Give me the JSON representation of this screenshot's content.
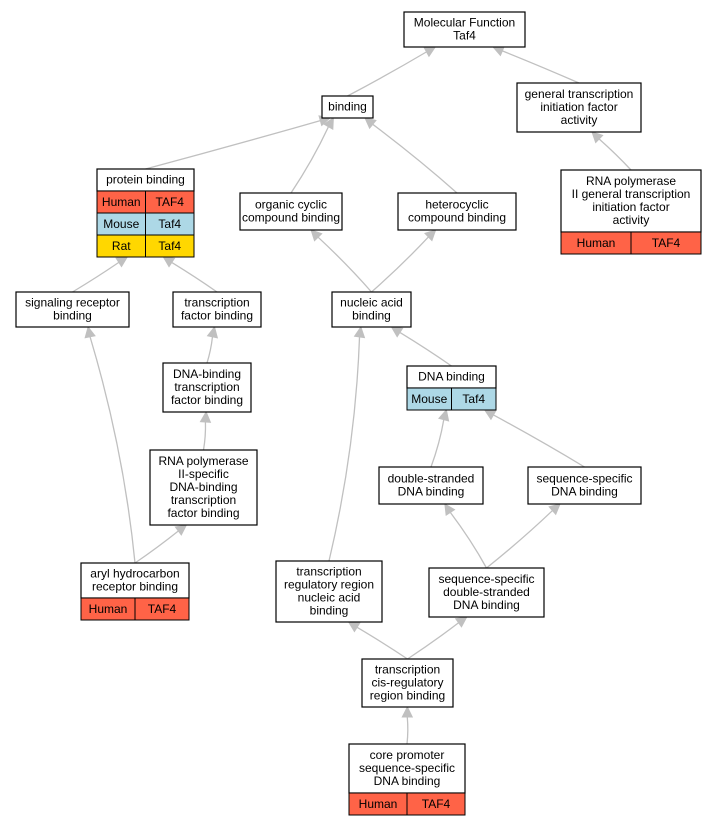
{
  "colors": {
    "human": "#ff6347",
    "mouse": "#add8e6",
    "rat": "#ffd700",
    "edge": "#c0c0c0"
  },
  "nodes": [
    {
      "id": "mf",
      "lines": [
        "Molecular Function",
        "Taf4"
      ],
      "species": []
    },
    {
      "id": "binding",
      "lines": [
        "binding"
      ],
      "species": []
    },
    {
      "id": "gtif",
      "lines": [
        "general transcription",
        "initiation factor",
        "activity"
      ],
      "species": []
    },
    {
      "id": "protein",
      "lines": [
        "protein binding"
      ],
      "species": [
        {
          "name": "Human",
          "gene": "TAF4",
          "color": "human"
        },
        {
          "name": "Mouse",
          "gene": "Taf4",
          "color": "mouse"
        },
        {
          "name": "Rat",
          "gene": "Taf4",
          "color": "rat"
        }
      ]
    },
    {
      "id": "ocb",
      "lines": [
        "organic cyclic",
        "compound binding"
      ],
      "species": []
    },
    {
      "id": "hcb",
      "lines": [
        "heterocyclic",
        "compound binding"
      ],
      "species": []
    },
    {
      "id": "rnapol2gtif",
      "lines": [
        "RNA polymerase",
        "II general transcription",
        "initiation factor",
        "activity"
      ],
      "species": [
        {
          "name": "Human",
          "gene": "TAF4",
          "color": "human"
        }
      ]
    },
    {
      "id": "srb",
      "lines": [
        "signaling receptor",
        "binding"
      ],
      "species": []
    },
    {
      "id": "tfb",
      "lines": [
        "transcription",
        "factor binding"
      ],
      "species": []
    },
    {
      "id": "nab",
      "lines": [
        "nucleic acid",
        "binding"
      ],
      "species": []
    },
    {
      "id": "dnab",
      "lines": [
        "DNA binding"
      ],
      "species": [
        {
          "name": "Mouse",
          "gene": "Taf4",
          "color": "mouse"
        }
      ]
    },
    {
      "id": "dbtfb",
      "lines": [
        "DNA-binding",
        "transcription",
        "factor binding"
      ],
      "species": []
    },
    {
      "id": "dsdna",
      "lines": [
        "double-stranded",
        "DNA binding"
      ],
      "species": []
    },
    {
      "id": "ssdna",
      "lines": [
        "sequence-specific",
        "DNA binding"
      ],
      "species": []
    },
    {
      "id": "rnapol2dbtfb",
      "lines": [
        "RNA polymerase",
        "II-specific",
        "DNA-binding",
        "transcription",
        "factor binding"
      ],
      "species": []
    },
    {
      "id": "ahrb",
      "lines": [
        "aryl hydrocarbon",
        "receptor binding"
      ],
      "species": [
        {
          "name": "Human",
          "gene": "TAF4",
          "color": "human"
        }
      ]
    },
    {
      "id": "trrnab",
      "lines": [
        "transcription",
        "regulatory region",
        "nucleic acid",
        "binding"
      ],
      "species": []
    },
    {
      "id": "ssdsdna",
      "lines": [
        "sequence-specific",
        "double-stranded",
        "DNA binding"
      ],
      "species": []
    },
    {
      "id": "tcrrb",
      "lines": [
        "transcription",
        "cis-regulatory",
        "region binding"
      ],
      "species": []
    },
    {
      "id": "cpssdna",
      "lines": [
        "core promoter",
        "sequence-specific",
        "DNA binding"
      ],
      "species": [
        {
          "name": "Human",
          "gene": "TAF4",
          "color": "human"
        }
      ]
    }
  ],
  "edges": [
    {
      "from": "binding",
      "to": "mf"
    },
    {
      "from": "gtif",
      "to": "mf"
    },
    {
      "from": "protein",
      "to": "binding"
    },
    {
      "from": "ocb",
      "to": "binding"
    },
    {
      "from": "hcb",
      "to": "binding"
    },
    {
      "from": "rnapol2gtif",
      "to": "gtif"
    },
    {
      "from": "srb",
      "to": "protein"
    },
    {
      "from": "tfb",
      "to": "protein"
    },
    {
      "from": "nab",
      "to": "ocb"
    },
    {
      "from": "nab",
      "to": "hcb"
    },
    {
      "from": "dnab",
      "to": "nab"
    },
    {
      "from": "dbtfb",
      "to": "tfb"
    },
    {
      "from": "dsdna",
      "to": "dnab"
    },
    {
      "from": "ssdna",
      "to": "dnab"
    },
    {
      "from": "rnapol2dbtfb",
      "to": "dbtfb"
    },
    {
      "from": "ahrb",
      "to": "srb"
    },
    {
      "from": "ahrb",
      "to": "rnapol2dbtfb"
    },
    {
      "from": "trrnab",
      "to": "nab"
    },
    {
      "from": "ssdsdna",
      "to": "dsdna"
    },
    {
      "from": "ssdsdna",
      "to": "ssdna"
    },
    {
      "from": "tcrrb",
      "to": "trrnab"
    },
    {
      "from": "tcrrb",
      "to": "ssdsdna"
    },
    {
      "from": "cpssdna",
      "to": "tcrrb"
    }
  ]
}
